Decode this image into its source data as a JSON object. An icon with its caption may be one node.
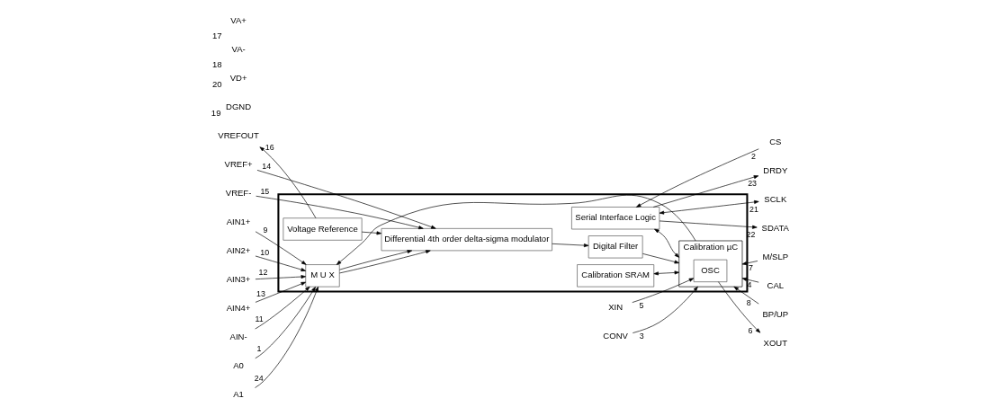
{
  "diagram": {
    "nodes": [
      {
        "text": [],
        "shape": "box"
      },
      {
        "text": [
          "Voltage Reference"
        ],
        "in": 0
      },
      {
        "text": [
          "Differential 4th order delta-sigma modulator"
        ],
        "in": 0
      },
      {
        "text": [
          "M U X"
        ],
        "in": 0
      },
      {
        "text": [
          "Digital Filter"
        ],
        "in": 0
      },
      {
        "text": [
          "Serial Interface Logic"
        ],
        "in": 0
      },
      {
        "text": [
          "Calibration SRAM"
        ],
        "in": 0
      },
      {
        "text": [
          "Calibration µC"
        ],
        "in": 0
      },
      {
        "text": [
          "OSC"
        ],
        "in": 7
      },
      {
        "text": [
          "VREFOUT"
        ]
      },
      {
        "text": [
          "VREF+"
        ]
      },
      {
        "text": [
          "VREF-"
        ]
      },
      {
        "text": [
          "AIN1+"
        ]
      },
      {
        "text": [
          "AIN2+"
        ]
      },
      {
        "text": [
          "AIN3+"
        ]
      },
      {
        "text": [
          "AIN4+"
        ]
      },
      {
        "text": [
          "AIN-"
        ]
      },
      {
        "text": [
          "A0"
        ]
      },
      {
        "text": [
          "A1"
        ]
      },
      {
        "text": [
          "VA+"
        ],
        "beside": [
          "17"
        ]
      },
      {
        "text": [
          "VA-"
        ],
        "beside": [
          "18"
        ]
      },
      {
        "text": [
          "VD+"
        ],
        "beside": [
          "20"
        ]
      },
      {
        "text": [
          "DGND"
        ],
        "beside": [
          "19"
        ]
      },
      {
        "text": [
          "CS"
        ]
      },
      {
        "text": [
          "DRDY"
        ]
      },
      {
        "text": [
          "SCLK"
        ]
      },
      {
        "text": [
          "SDATA"
        ]
      },
      {
        "text": [
          "M/SLP"
        ]
      },
      {
        "text": [
          "CAL"
        ]
      },
      {
        "text": [
          "BP/UP"
        ]
      },
      {
        "text": [
          "CONV"
        ]
      },
      {
        "text": [
          "XIN"
        ]
      },
      {
        "text": [
          "XOUT"
        ]
      }
    ],
    "edges": [
      {
        "from": 1,
        "to": 9,
        "arrow": "to",
        "label": "16"
      },
      {
        "from": 10,
        "to": 2,
        "arrow": "to",
        "label": "14"
      },
      {
        "from": 11,
        "to": 2,
        "arrow": "to",
        "label": "15"
      },
      {
        "from": 12,
        "to": 3,
        "arrow": "to",
        "label": "9"
      },
      {
        "from": 13,
        "to": 3,
        "arrow": "to",
        "label": "10"
      },
      {
        "from": 14,
        "to": 3,
        "arrow": "to",
        "label": "12"
      },
      {
        "from": 15,
        "to": 3,
        "arrow": "to",
        "label": "13"
      },
      {
        "from": 16,
        "to": 3,
        "arrow": "to",
        "label": "11"
      },
      {
        "from": 17,
        "to": 3,
        "arrow": "to",
        "label": "1"
      },
      {
        "from": 18,
        "to": 3,
        "arrow": "to",
        "label": "24"
      },
      {
        "from": 1,
        "to": 2,
        "arrow": "to"
      },
      {
        "from": 3,
        "to": 2,
        "arrow": "to"
      },
      {
        "from": 3,
        "to": 2,
        "arrow": "to"
      },
      {
        "from": 2,
        "to": 4,
        "arrow": "to"
      },
      {
        "from": 4,
        "to": 7,
        "arrow": "to"
      },
      {
        "from": 7,
        "to": 3,
        "arrow": "to"
      },
      {
        "from": 5,
        "to": 7,
        "arrow": "both"
      },
      {
        "from": 6,
        "to": 7,
        "arrow": "both"
      },
      {
        "from": 23,
        "to": 5,
        "arrow": "to",
        "label": "2"
      },
      {
        "from": 5,
        "to": 24,
        "arrow": "to",
        "label": "23"
      },
      {
        "from": 5,
        "to": 25,
        "arrow": "both",
        "label": "21"
      },
      {
        "from": 5,
        "to": 26,
        "arrow": "to",
        "label": "22"
      },
      {
        "from": 27,
        "to": 7,
        "arrow": "to",
        "label": "7"
      },
      {
        "from": 28,
        "to": 7,
        "arrow": "to",
        "label": "4"
      },
      {
        "from": 29,
        "to": 7,
        "arrow": "to",
        "label": "8"
      },
      {
        "from": 30,
        "to": 7,
        "arrow": "to",
        "label": "3"
      },
      {
        "from": 31,
        "to": 8,
        "arrow": "to",
        "label": "5"
      },
      {
        "from": 8,
        "to": 32,
        "arrow": "to",
        "label": "6"
      }
    ]
  }
}
